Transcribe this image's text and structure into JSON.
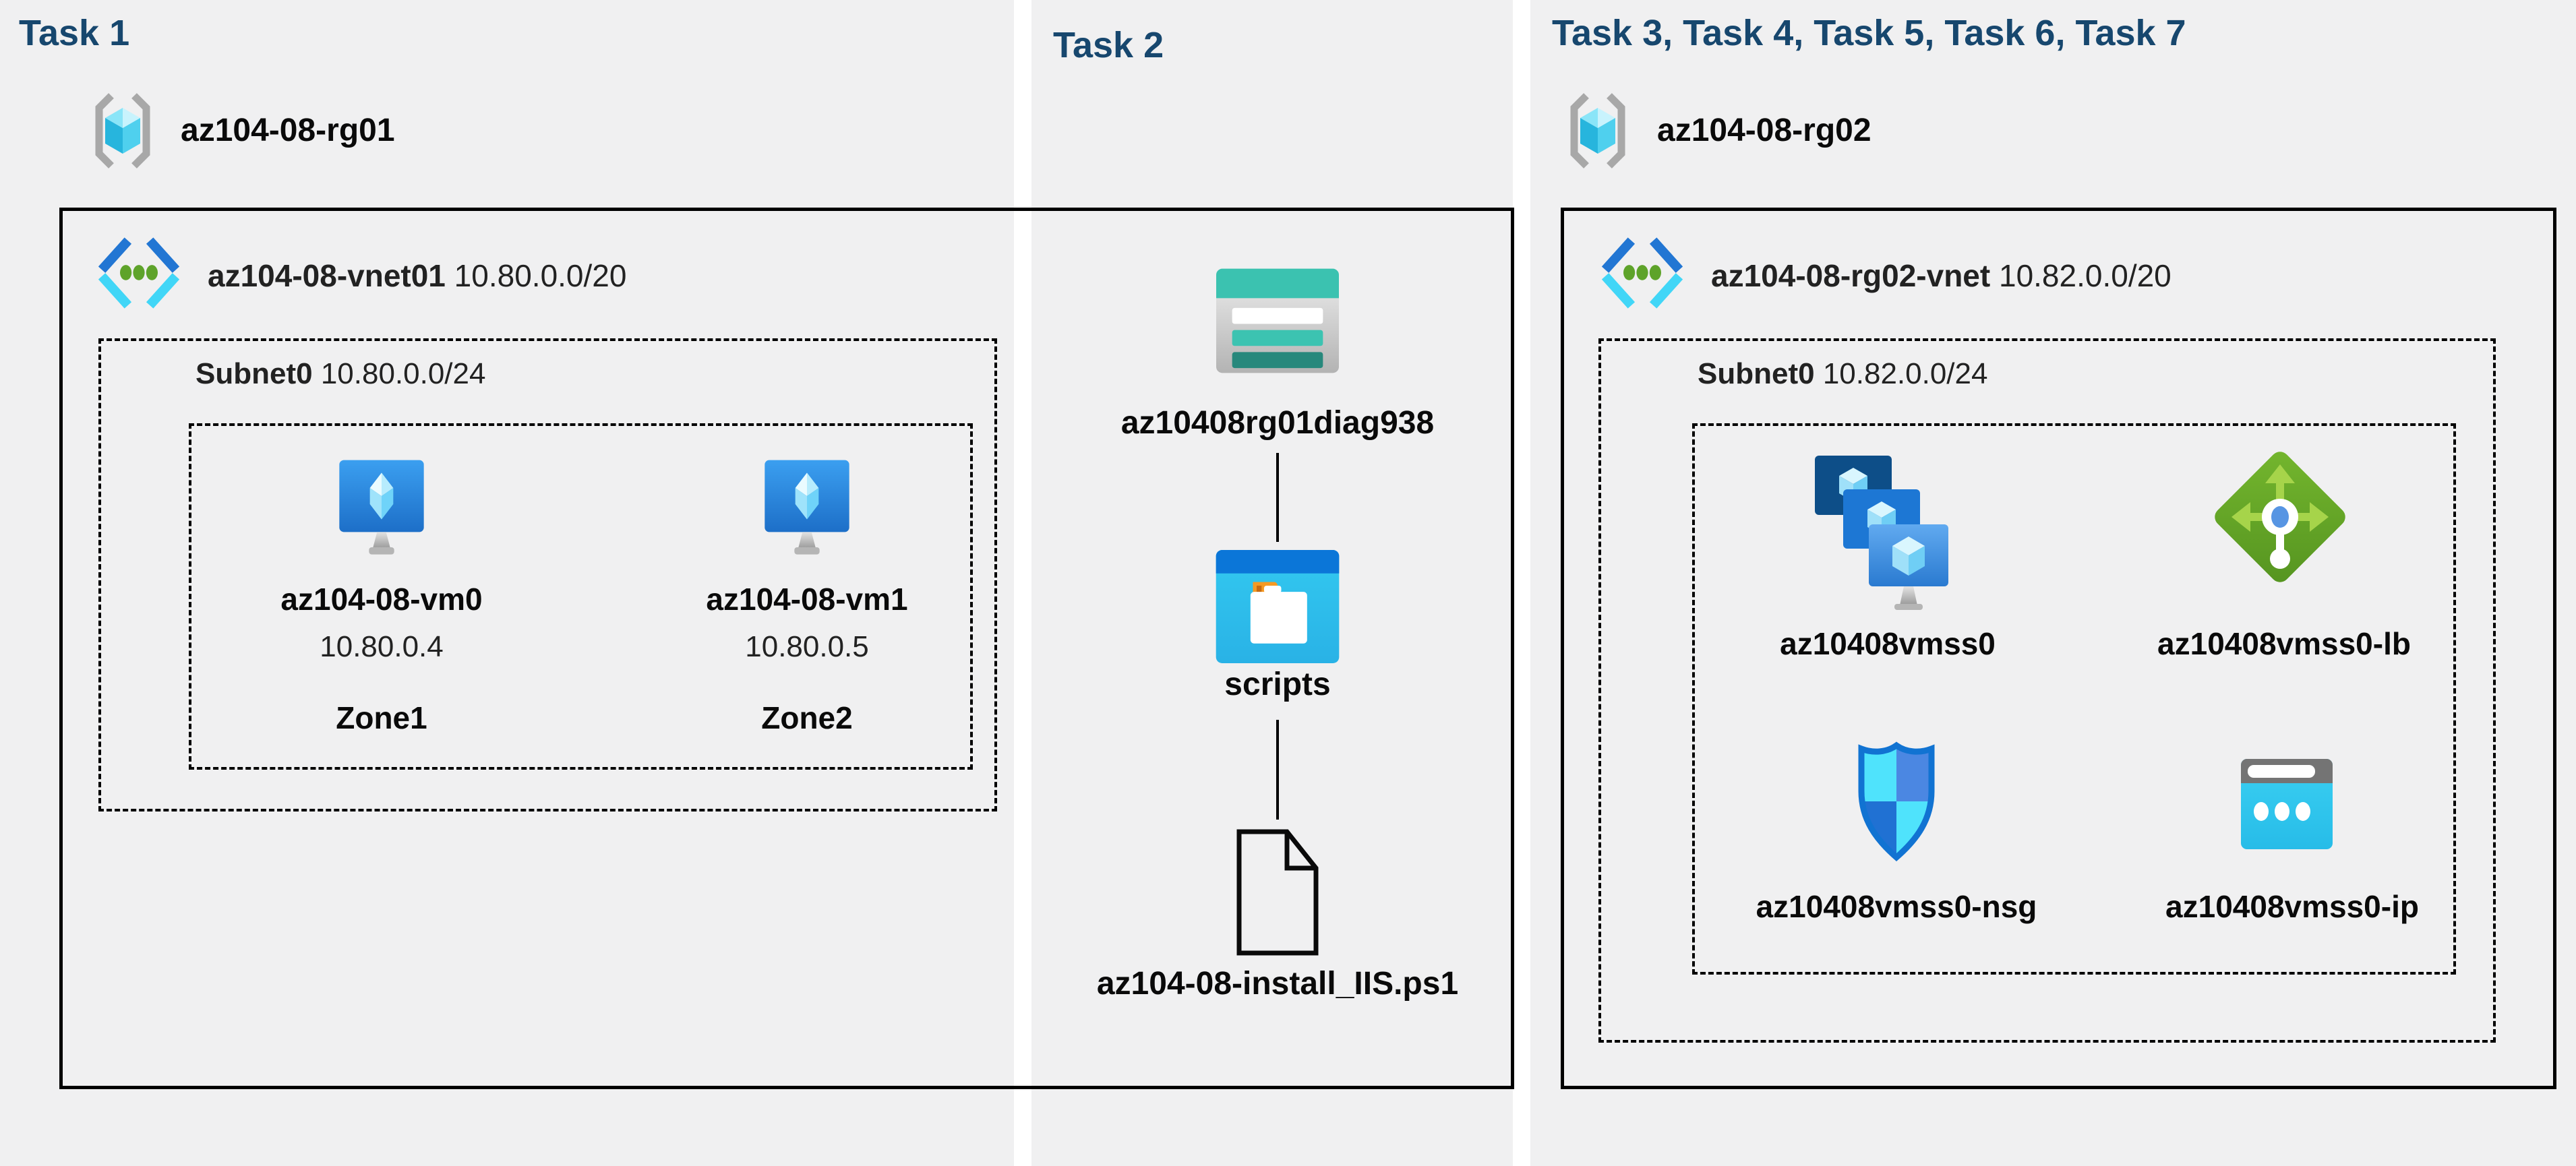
{
  "colors": {
    "panel_bg": "#f0f0f1",
    "title_navy": "#17476e",
    "border_black": "#000000",
    "azure_blue": "#1d6fc8",
    "cyan": "#41d6f7",
    "teal": "#3bc2b0",
    "green": "#6aae28",
    "orange": "#f59a23"
  },
  "task1": {
    "title": "Task 1",
    "resource_group": "az104-08-rg01",
    "vnet_name": "az104-08-vnet01",
    "vnet_cidr": "10.80.0.0/20",
    "subnet_name": "Subnet0",
    "subnet_cidr": "10.80.0.0/24",
    "vms": [
      {
        "name": "az104-08-vm0",
        "ip": "10.80.0.4",
        "zone": "Zone1"
      },
      {
        "name": "az104-08-vm1",
        "ip": "10.80.0.5",
        "zone": "Zone2"
      }
    ]
  },
  "task2": {
    "title": "Task 2",
    "storage_account": "az10408rg01diag938",
    "container": "scripts",
    "file": "az104-08-install_IIS.ps1"
  },
  "task3": {
    "title": "Task 3, Task 4, Task 5, Task 6, Task 7",
    "resource_group": "az104-08-rg02",
    "vnet_name": "az104-08-rg02-vnet",
    "vnet_cidr": "10.82.0.0/20",
    "subnet_name": "Subnet0",
    "subnet_cidr": "10.82.0.0/24",
    "resources": [
      {
        "name": "az10408vmss0",
        "type": "virtual-machine-scale-set"
      },
      {
        "name": "az10408vmss0-lb",
        "type": "load-balancer"
      },
      {
        "name": "az10408vmss0-nsg",
        "type": "network-security-group"
      },
      {
        "name": "az10408vmss0-ip",
        "type": "public-ip-address"
      }
    ]
  }
}
